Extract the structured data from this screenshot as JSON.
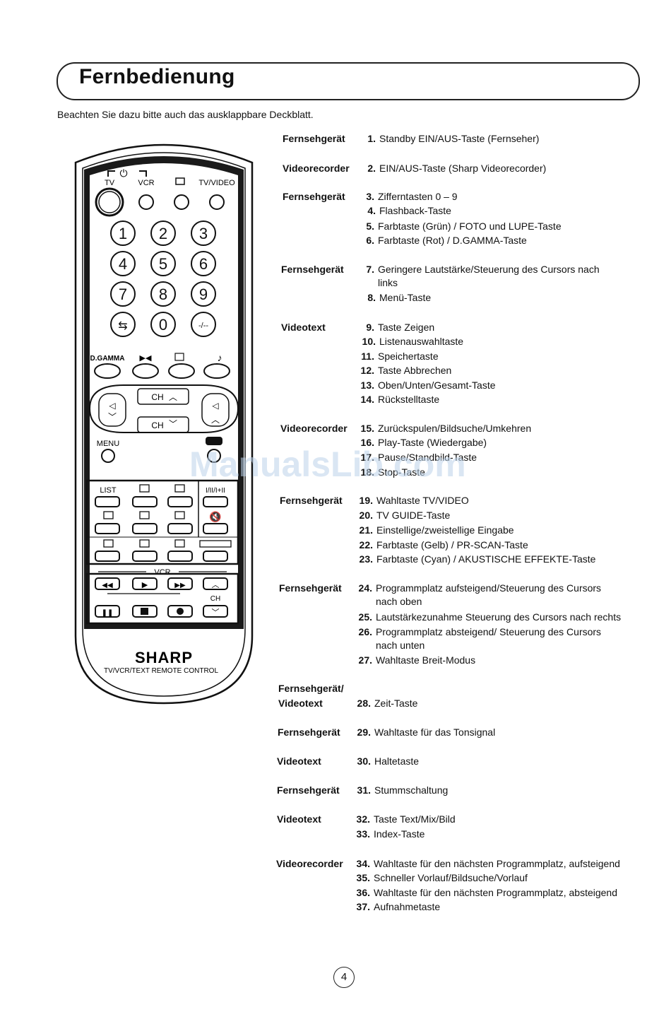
{
  "page": {
    "title": "Fernbedienung",
    "intro": "Beachten Sie dazu bitte auch das ausklappbare Deckblatt.",
    "page_number": "4",
    "watermark": "ManualsLib.com"
  },
  "remote": {
    "top_labels": [
      "TV",
      "VCR",
      "TV/VIDEO"
    ],
    "digits": [
      "1",
      "2",
      "3",
      "4",
      "5",
      "6",
      "7",
      "8",
      "9",
      "0"
    ],
    "row_labels": [
      "D.GAMMA"
    ],
    "ch_up": "CH",
    "ch_down": "CH",
    "menu": "MENU",
    "list": "LIST",
    "vcr": "VCR",
    "ch_small": "CH",
    "brand": "SHARP",
    "model": "TV/VCR/TEXT REMOTE CONTROL"
  },
  "entries": [
    {
      "label": "Fernsehgerät",
      "num": "1.",
      "text": "Standby EIN/AUS-Taste (Fernseher)"
    },
    {
      "label": "Videorecorder",
      "num": "2.",
      "text": "EIN/AUS-Taste (Sharp Videorecorder)"
    },
    {
      "label": "Fernsehgerät",
      "num": "3.",
      "text": "Zifferntasten 0 – 9"
    },
    {
      "label": "",
      "num": "4.",
      "text": "Flashback-Taste"
    },
    {
      "label": "",
      "num": "5.",
      "text": "Farbtaste (Grün) / FOTO und LUPE-Taste"
    },
    {
      "label": "",
      "num": "6.",
      "text": "Farbtaste (Rot) / D.GAMMA-Taste"
    },
    {
      "label": "Fernsehgerät",
      "num": "7.",
      "text": "Geringere Lautstärke/Steuerung des Cursors nach",
      "cont": "links"
    },
    {
      "label": "",
      "num": "8.",
      "text": "Menü-Taste"
    },
    {
      "label": "Videotext",
      "num": "9.",
      "text": "Taste Zeigen"
    },
    {
      "label": "",
      "num": "10.",
      "text": "Listenauswahltaste"
    },
    {
      "label": "",
      "num": "11.",
      "text": "Speichertaste"
    },
    {
      "label": "",
      "num": "12.",
      "text": "Taste Abbrechen"
    },
    {
      "label": "",
      "num": "13.",
      "text": "Oben/Unten/Gesamt-Taste"
    },
    {
      "label": "",
      "num": "14.",
      "text": "Rückstelltaste"
    },
    {
      "label": "Videorecorder",
      "num": "15.",
      "text": "Zurückspulen/Bildsuche/Umkehren"
    },
    {
      "label": "",
      "num": "16.",
      "text": "Play-Taste (Wiedergabe)"
    },
    {
      "label": "",
      "num": "17.",
      "text": "Pause/Standbild-Taste"
    },
    {
      "label": "",
      "num": "18.",
      "text": "Stop-Taste"
    },
    {
      "label": "Fernsehgerät",
      "num": "19.",
      "text": "Wahltaste TV/VIDEO"
    },
    {
      "label": "",
      "num": "20.",
      "text": "TV GUIDE-Taste"
    },
    {
      "label": "",
      "num": "21.",
      "text": "Einstellige/zweistellige Eingabe"
    },
    {
      "label": "",
      "num": "22.",
      "text": "Farbtaste (Gelb) / PR-SCAN-Taste"
    },
    {
      "label": "",
      "num": "23.",
      "text": "Farbtaste (Cyan) / AKUSTISCHE EFFEKTE-Taste"
    },
    {
      "label": "Fernsehgerät",
      "num": "24.",
      "text": "Programmplatz aufsteigend/Steuerung des Cursors",
      "cont": "nach oben"
    },
    {
      "label": "",
      "num": "25.",
      "text": "Lautstärkezunahme Steuerung des Cursors nach rechts"
    },
    {
      "label": "",
      "num": "26.",
      "text": "Programmplatz absteigend/ Steuerung des Cursors",
      "cont": "nach unten"
    },
    {
      "label": "",
      "num": "27.",
      "text": "Wahltaste Breit-Modus"
    },
    {
      "label": "Fernsehgerät/",
      "num": "",
      "text": ""
    },
    {
      "label": "Videotext",
      "num": "28.",
      "text": "Zeit-Taste"
    },
    {
      "label": "Fernsehgerät",
      "num": "29.",
      "text": "Wahltaste für das Tonsignal"
    },
    {
      "label": "Videotext",
      "num": "30.",
      "text": "Haltetaste"
    },
    {
      "label": "Fernsehgerät",
      "num": "31.",
      "text": "Stummschaltung"
    },
    {
      "label": "Videotext",
      "num": "32.",
      "text": "Taste Text/Mix/Bild"
    },
    {
      "label": "",
      "num": "33.",
      "text": "Index-Taste"
    },
    {
      "label": "Videorecorder",
      "num": "34.",
      "text": "Wahltaste für den nächsten Programmplatz, aufsteigend"
    },
    {
      "label": "",
      "num": "35.",
      "text": "Schneller Vorlauf/Bildsuche/Vorlauf"
    },
    {
      "label": "",
      "num": "36.",
      "text": "Wahltaste für den nächsten Programmplatz, absteigend"
    },
    {
      "label": "",
      "num": "37.",
      "text": "Aufnahmetaste"
    }
  ]
}
